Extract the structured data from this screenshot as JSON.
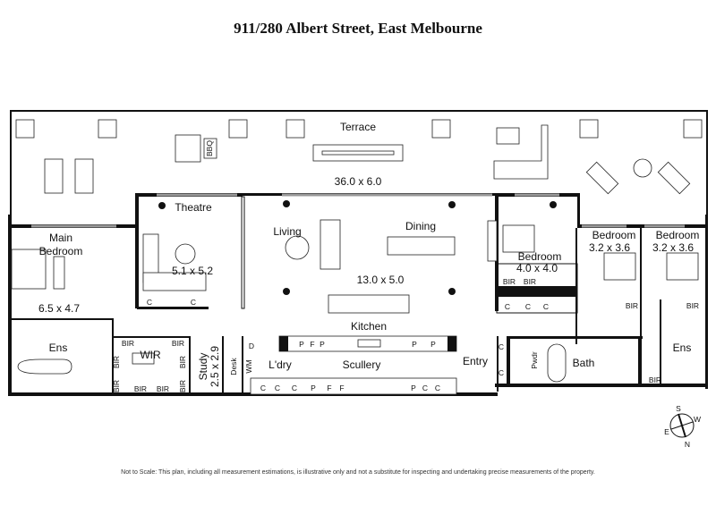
{
  "title": "911/280 Albert Street, East Melbourne",
  "rooms": {
    "terrace": {
      "name": "Terrace",
      "size": "36.0 x 6.0"
    },
    "theatre": {
      "name": "Theatre",
      "size": "5.1 x 5.2"
    },
    "living": {
      "name": "Living"
    },
    "dining": {
      "name": "Dining",
      "size": "13.0 x 5.0"
    },
    "kitchen": {
      "name": "Kitchen"
    },
    "main_bedroom": {
      "name_line1": "Main",
      "name_line2": "Bedroom",
      "size": "6.5 x 4.7"
    },
    "ens_left": {
      "name": "Ens"
    },
    "wir": {
      "name": "WIR"
    },
    "study": {
      "name": "Study",
      "size": "2.5 x 2.9"
    },
    "desk": {
      "name": "Desk"
    },
    "laundry": {
      "name": "L'dry"
    },
    "scullery": {
      "name": "Scullery"
    },
    "entry": {
      "name": "Entry"
    },
    "bedroom2": {
      "name": "Bedroom",
      "size": "4.0 x 4.0"
    },
    "bedroom3": {
      "name": "Bedroom",
      "size": "3.2 x 3.6"
    },
    "bedroom4": {
      "name": "Bedroom",
      "size": "3.2 x 3.6"
    },
    "powder": {
      "name": "Pwdr"
    },
    "bath": {
      "name": "Bath"
    },
    "ens_right": {
      "name": "Ens"
    }
  },
  "fixtures": {
    "bir": "BIR",
    "c": "C",
    "p": "P",
    "f": "F",
    "wm": "WM",
    "d": "D",
    "bbq": "BBQ"
  },
  "compass": {
    "n": "N",
    "s": "S",
    "e": "E",
    "w": "W"
  },
  "footer": "Not to Scale: This plan, including all measurement estimations, is illustrative only and not a substitute for inspecting and undertaking precise measurements of the property."
}
